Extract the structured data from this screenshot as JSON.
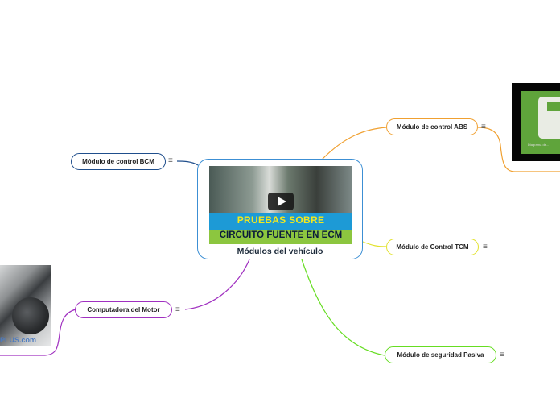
{
  "central": {
    "title": "Módulos del vehículo",
    "video": {
      "line1": "PRUEBAS SOBRE",
      "line2": "CIRCUITO FUENTE EN ECM"
    }
  },
  "branches": [
    {
      "id": "bcm",
      "label": "Módulo de control BCM",
      "color": "#1f4e8c"
    },
    {
      "id": "abs",
      "label": "Módulo de control ABS",
      "color": "#f0a030"
    },
    {
      "id": "tcm",
      "label": "Módulo de Control TCM",
      "color": "#e2e22e"
    },
    {
      "id": "motor",
      "label": "Computadora del Motor",
      "color": "#a030c0"
    },
    {
      "id": "pasiva",
      "label": "Módulo de seguridad Pasiva",
      "color": "#66dd22"
    }
  ],
  "note_icon": "≡",
  "images": {
    "left": {
      "watermark": "PLUS.com",
      "icon": "engine-photo"
    },
    "right": {
      "caption": "Diagrama de...",
      "icon": "abs-module-photo"
    }
  }
}
